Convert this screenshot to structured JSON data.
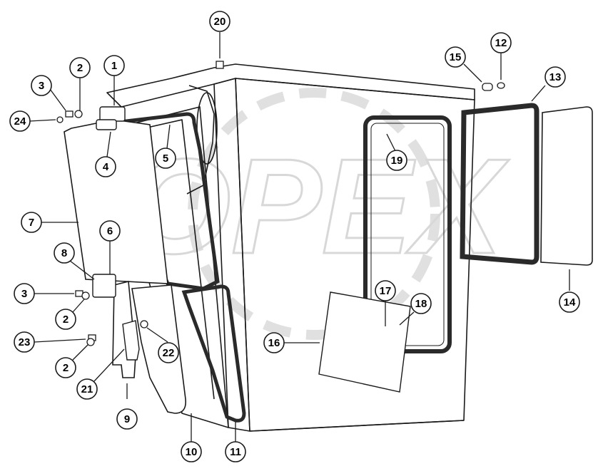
{
  "diagram": {
    "callouts": [
      "1",
      "2",
      "3",
      "4",
      "5",
      "6",
      "7",
      "8",
      "9",
      "10",
      "11",
      "12",
      "13",
      "14",
      "15",
      "16",
      "17",
      "18",
      "19",
      "20",
      "21",
      "22",
      "23",
      "24"
    ],
    "watermark": "OPEX",
    "colors": {
      "line": "#1a1a1a",
      "seal": "#2a2a2a",
      "watermark": "#c8c8c8",
      "fill": "#ffffff"
    }
  }
}
